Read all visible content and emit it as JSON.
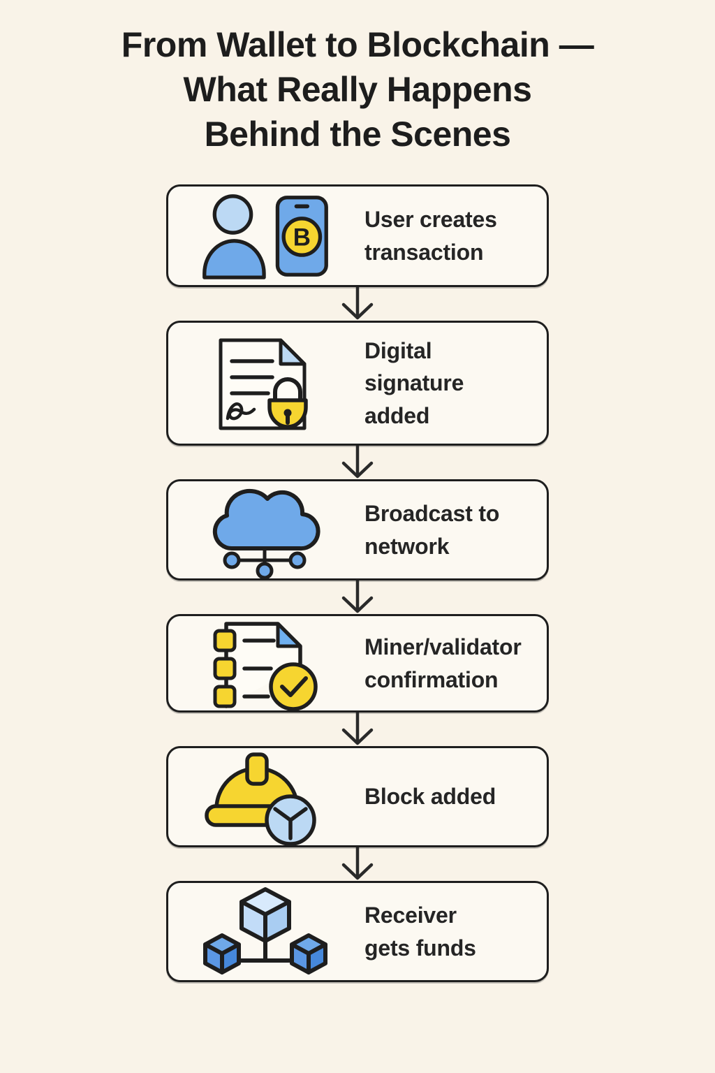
{
  "title": [
    "From Wallet to Blockchain —",
    "What Really Happens",
    "Behind the Scenes"
  ],
  "steps": [
    {
      "id": "user-creates-transaction",
      "icon": "user-phone-icon",
      "label": [
        "User creates",
        "transaction"
      ],
      "coin_letter": "B"
    },
    {
      "id": "digital-signature-added",
      "icon": "document-lock-icon",
      "label": [
        "Digital",
        "signature",
        "added"
      ]
    },
    {
      "id": "broadcast-to-network",
      "icon": "cloud-network-icon",
      "label": [
        "Broadcast to",
        "network"
      ]
    },
    {
      "id": "miner-validator-confirmation",
      "icon": "checklist-check-icon",
      "label": [
        "Miner/validator",
        "confirmation"
      ]
    },
    {
      "id": "block-added",
      "icon": "hardhat-block-icon",
      "label": [
        "Block added"
      ]
    },
    {
      "id": "receiver-gets-funds",
      "icon": "cubes-network-icon",
      "label": [
        "Receiver",
        "gets funds"
      ]
    }
  ],
  "colors": {
    "background": "#f9f3e8",
    "box_fill": "#fcf9f2",
    "outline": "#1e1e1e",
    "text": "#252525",
    "blue": "#6fa9e9",
    "blue_light": "#bcd9f4",
    "blue_pale": "#d8eafc",
    "blue_deep": "#4688db",
    "yellow": "#f6d530"
  }
}
